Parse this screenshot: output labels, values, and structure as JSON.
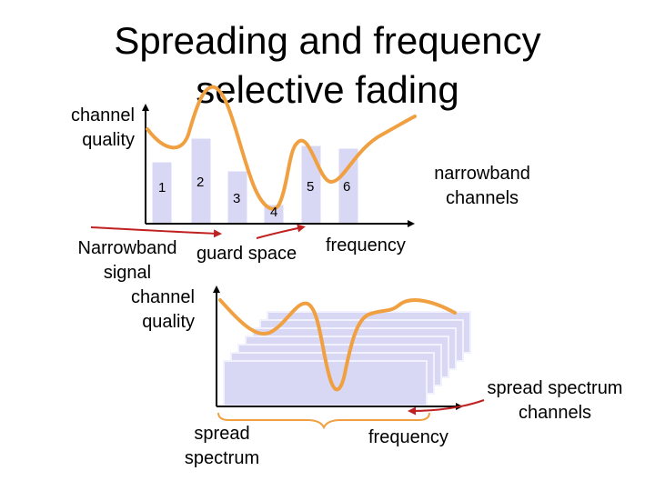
{
  "title": {
    "line1": "Spreading and frequency",
    "line2": "selective fading"
  },
  "top_diagram": {
    "y_axis_label_line1": "channel",
    "y_axis_label_line2": "quality",
    "x_axis_label": "frequency",
    "channel_numbers": [
      "1",
      "2",
      "3",
      "4",
      "5",
      "6"
    ],
    "narrowband_channels_line1": "narrowband",
    "narrowband_channels_line2": "channels",
    "narrowband_signal_line1": "Narrowband",
    "narrowband_signal_line2": "signal",
    "guard_space": "guard space"
  },
  "bottom_diagram": {
    "y_axis_label_line1": "channel",
    "y_axis_label_line2": "quality",
    "x_axis_label": "frequency",
    "spread_spectrum_line1": "spread",
    "spread_spectrum_line2": "spectrum",
    "spread_channels_line1": "spread spectrum",
    "spread_channels_line2": "channels"
  },
  "colors": {
    "channel_fill": "#d8d8f5",
    "channel_stroke": "#f2f2ff",
    "curve": "#f0a040",
    "arrow_red": "#c02020",
    "axis": "#000000"
  }
}
